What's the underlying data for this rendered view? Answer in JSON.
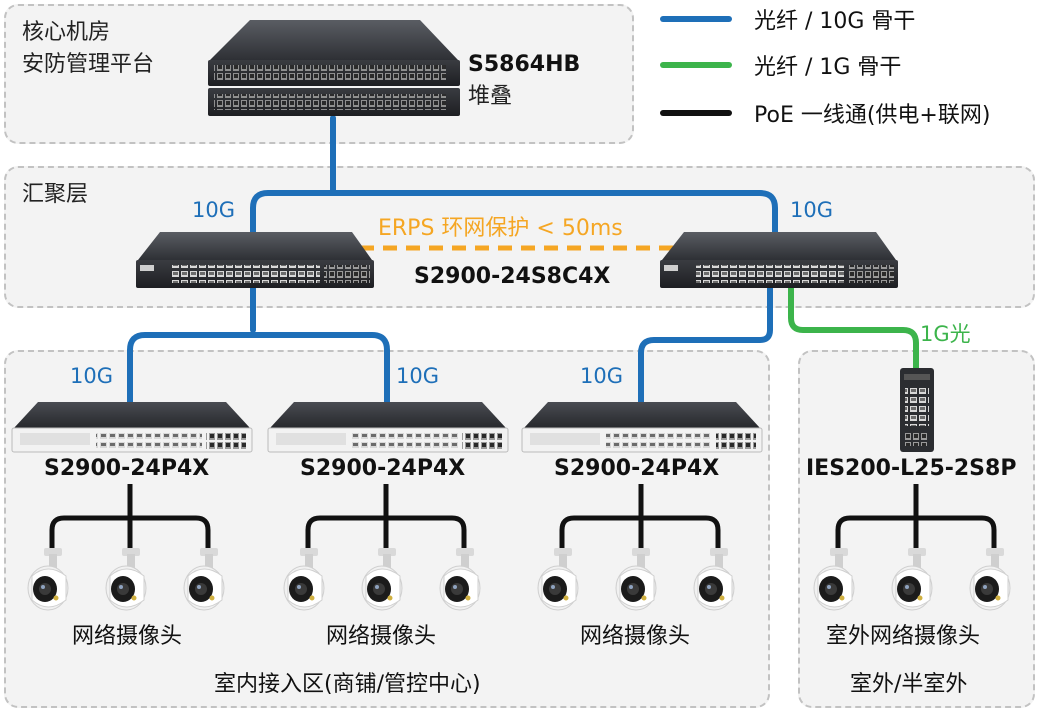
{
  "legend": [
    {
      "label": "光纤 / 10G 骨干",
      "color": "#1e6fb8"
    },
    {
      "label": "光纤 / 1G 骨干",
      "color": "#3cb44b"
    },
    {
      "label": "PoE 一线通(供电+联网)",
      "color": "#111111"
    }
  ],
  "core": {
    "title_line1": "核心机房",
    "title_line2": "安防管理平台",
    "model": "S5864HB",
    "model_note": "堆叠"
  },
  "aggregation": {
    "title": "汇聚层",
    "left_speed": "10G",
    "right_speed": "10G",
    "erps_label": "ERPS 环网保护 < 50ms",
    "model": "S2900-24S8C4X"
  },
  "indoor": {
    "zone_label": "室内接入区(商铺/管控中心)",
    "switches": [
      {
        "speed": "10G",
        "model": "S2900-24P4X",
        "camera_label": "网络摄像头"
      },
      {
        "speed": "10G",
        "model": "S2900-24P4X",
        "camera_label": "网络摄像头"
      },
      {
        "speed": "10G",
        "model": "S2900-24P4X",
        "camera_label": "网络摄像头"
      }
    ]
  },
  "outdoor": {
    "zone_label": "室外/半室外",
    "uplink": "1G光",
    "model": "IES200-L25-2S8P",
    "camera_label": "室外网络摄像头"
  },
  "colors": {
    "fiber10g": "#1e6fb8",
    "fiber1g": "#3cb44b",
    "poe": "#111111",
    "erps": "#f5a623"
  }
}
